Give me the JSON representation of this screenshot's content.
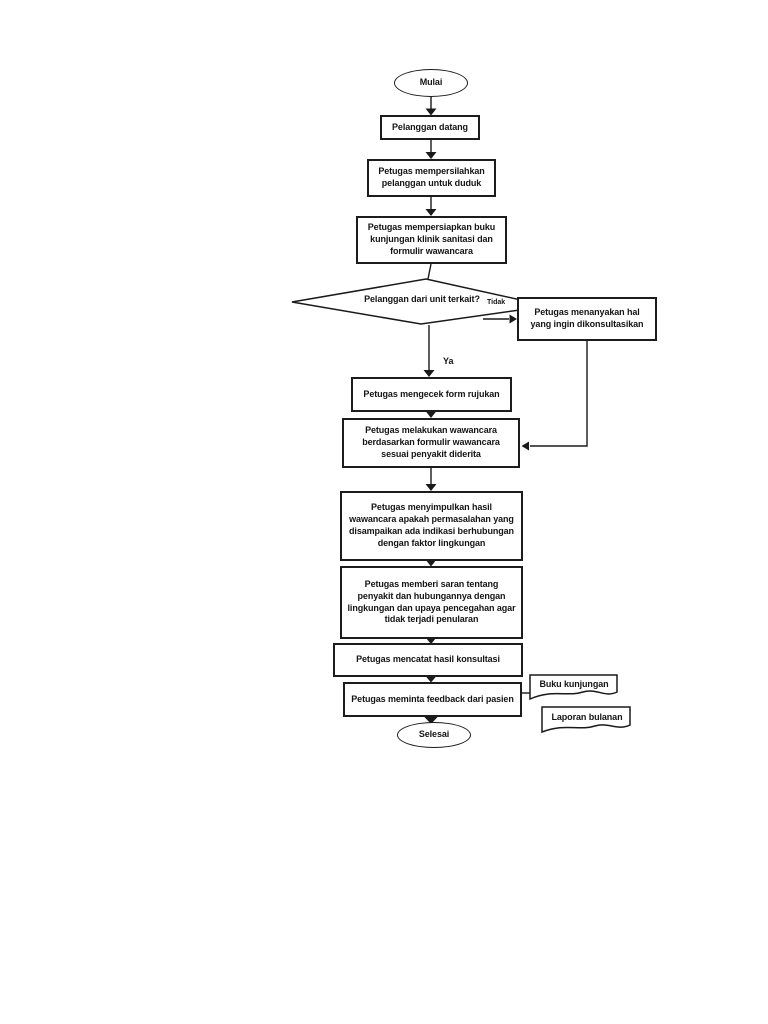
{
  "flowchart": {
    "nodes": {
      "start": "Mulai",
      "customer_arrives": "Pelanggan datang",
      "seat_customer": "Petugas mempersilahkan\npelanggan untuk duduk",
      "prepare_book": "Petugas mempersiapkan buku\nkunjungan klinik sanitasi dan\nformulir wawancara",
      "decision_unit": "Pelanggan dari unit terkait?",
      "ask_consultation": "Petugas menanyakan hal\nyang ingin dikonsultasikan",
      "check_referral": "Petugas mengecek form rujukan",
      "interview": "Petugas melakukan wawancara\nberdasarkan formulir wawancara\nsesuai penyakit diderita",
      "conclude": "Petugas menyimpulkan hasil\nwawancara apakah permasalahan yang\ndisampaikan ada indikasi berhubungan\ndengan faktor lingkungan",
      "advise": "Petugas memberi saran tentang\npenyakit dan hubungannya dengan\nlingkungan dan upaya pencegahan agar\ntidak terjadi penularan",
      "record": "Petugas mencatat hasil konsultasi",
      "feedback": "Petugas meminta feedback dari pasien",
      "end": "Selesai",
      "doc_visit_book": "Buku kunjungan",
      "doc_monthly_report": "Laporan bulanan"
    },
    "edge_labels": {
      "yes": "Ya",
      "no": "Tidak"
    },
    "colors": {
      "line": "#1a1a1a",
      "text": "#151515",
      "background": "#ffffff"
    }
  }
}
